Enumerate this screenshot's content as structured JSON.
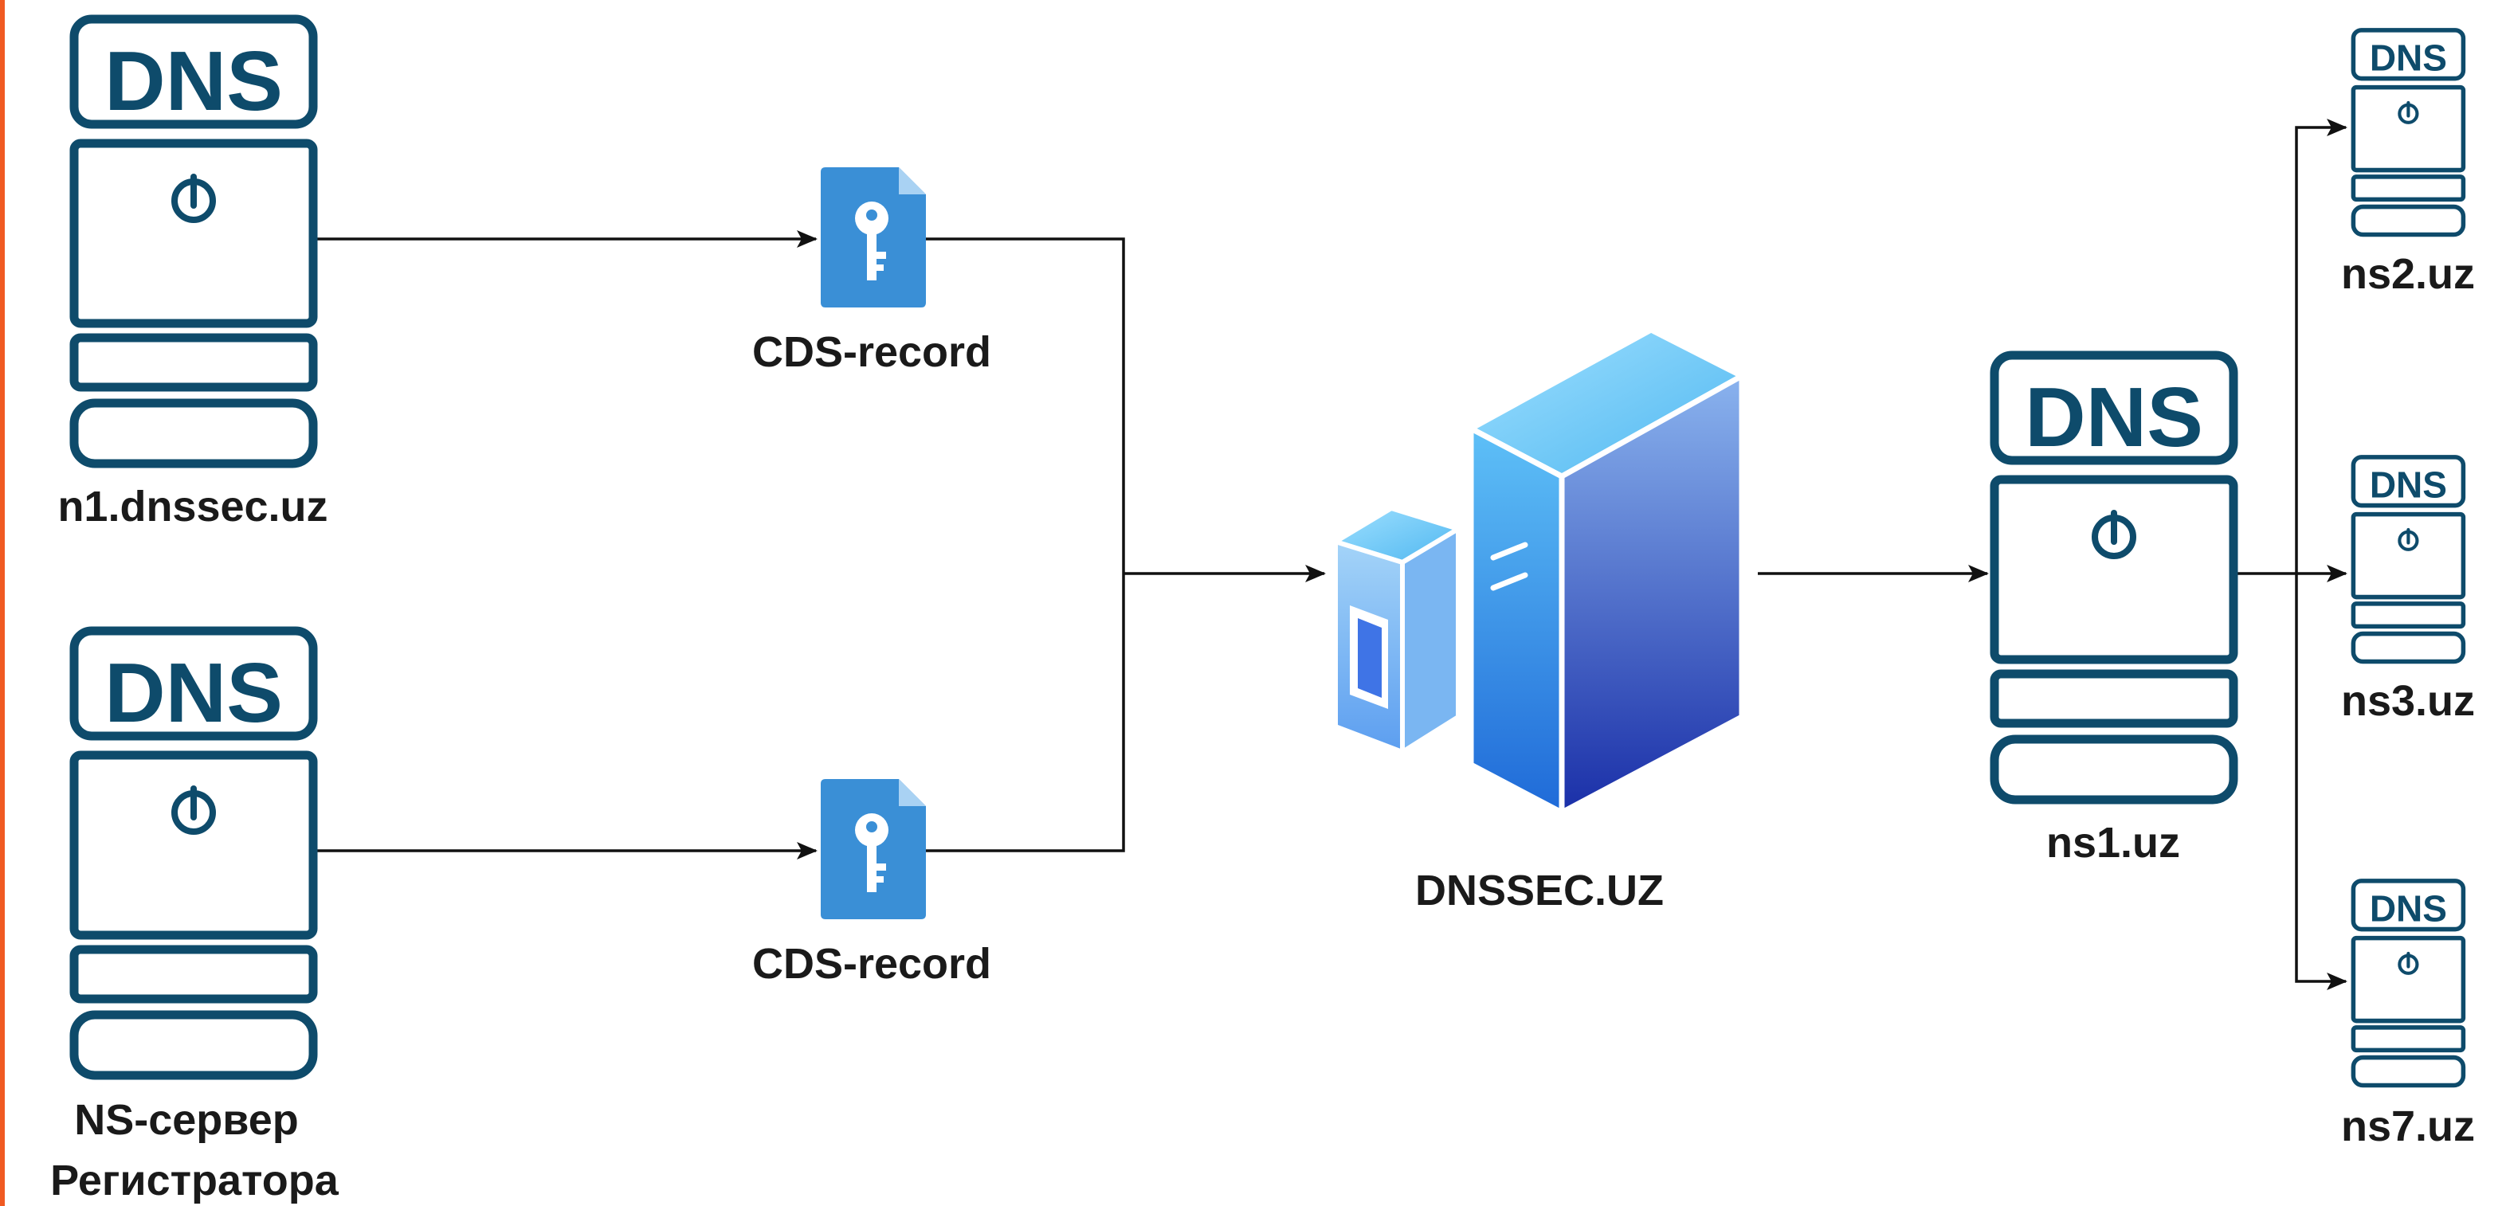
{
  "nodes": {
    "n1": {
      "badge": "DNS",
      "label": "n1.dnssec.uz"
    },
    "registrar": {
      "badge": "DNS",
      "label_line1": "NS-сервер",
      "label_line2": "Регистратора"
    },
    "cds_top": {
      "label": "CDS-record"
    },
    "cds_bottom": {
      "label": "CDS-record"
    },
    "dnssec": {
      "label": "DNSSEC.UZ"
    },
    "ns1": {
      "badge": "DNS",
      "label": "ns1.uz"
    },
    "ns2": {
      "badge": "DNS",
      "label": "ns2.uz"
    },
    "ns3": {
      "badge": "DNS",
      "label": "ns3.uz"
    },
    "ns7": {
      "badge": "DNS",
      "label": "ns7.uz"
    }
  },
  "colors": {
    "dns_outline": "#0e4b6b",
    "document_blue": "#3a8fd6",
    "server_light": "#6fc6f5",
    "server_dark": "#1b3fb0",
    "left_edge_accent": "#f05a22",
    "connector": "#111111"
  },
  "icons": {
    "dns_server": "dns-server-icon",
    "power": "power-icon",
    "document": "key-document-icon",
    "server_3d": "isometric-server-icon"
  }
}
